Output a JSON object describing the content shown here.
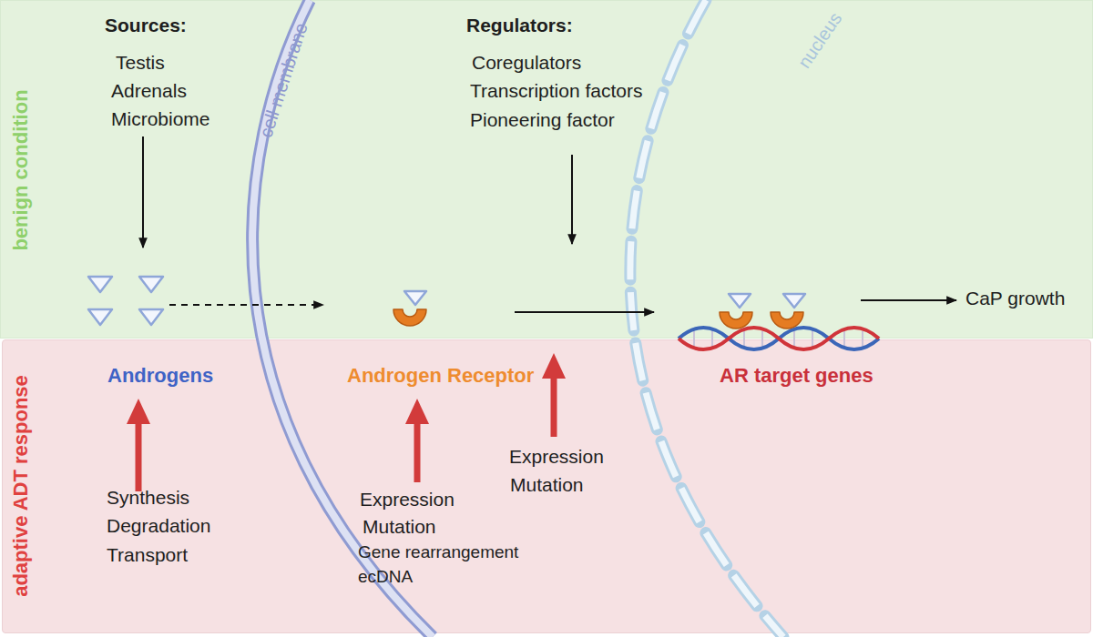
{
  "diagram": {
    "nodes": [
      {
        "text": [
          "benign condition"
        ]
      },
      {
        "text": [
          "adaptive ADT response"
        ]
      }
    ],
    "labels": [
      "Sources:",
      "Testis",
      "Adrenals",
      "Microbiome",
      "cell membrane",
      "Regulators:",
      "Coregulators",
      "Transcription factors",
      "Pioneering factor",
      "nucleus",
      "CaP growth",
      "Androgens",
      "Androgen Receptor",
      "AR target genes",
      "Synthesis",
      "Degradation",
      "Transport",
      "Expression",
      "Mutation",
      "Gene rearrangement",
      "ecDNA",
      "Expression",
      "Mutation"
    ]
  }
}
